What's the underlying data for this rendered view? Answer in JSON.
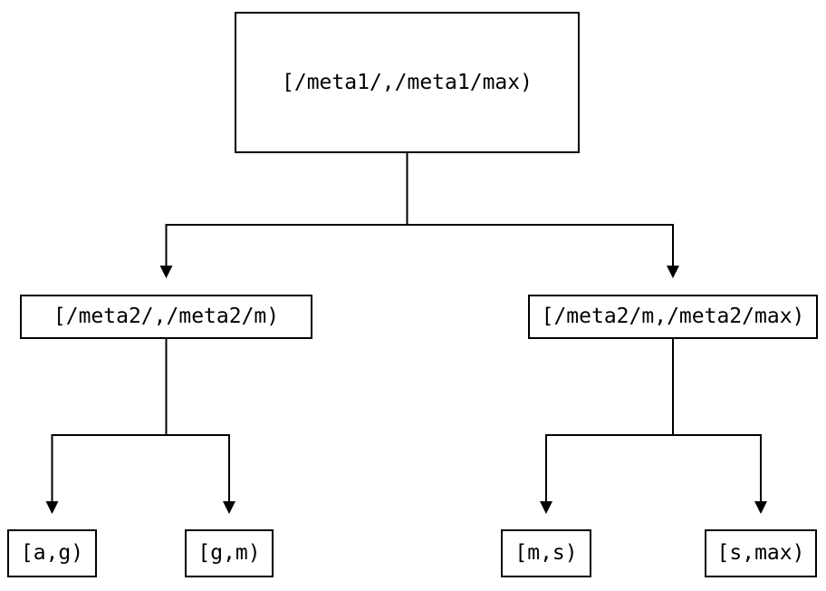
{
  "diagram": {
    "type": "tree",
    "background_color": "#ffffff",
    "line_color": "#000000",
    "nodes": {
      "root": {
        "label": "[/meta1/,/meta1/max)"
      },
      "meta2_left": {
        "label": "[/meta2/,/meta2/m)"
      },
      "meta2_right": {
        "label": "[/meta2/m,/meta2/max)"
      },
      "leaf_ag": {
        "label": "[a,g)"
      },
      "leaf_gm": {
        "label": "[g,m)"
      },
      "leaf_ms": {
        "label": "[m,s)"
      },
      "leaf_smax": {
        "label": "[s,max)"
      }
    },
    "edges": [
      {
        "from": "root",
        "to": "meta2_left"
      },
      {
        "from": "root",
        "to": "meta2_right"
      },
      {
        "from": "meta2_left",
        "to": "leaf_ag"
      },
      {
        "from": "meta2_left",
        "to": "leaf_gm"
      },
      {
        "from": "meta2_right",
        "to": "leaf_ms"
      },
      {
        "from": "meta2_right",
        "to": "leaf_smax"
      }
    ]
  }
}
